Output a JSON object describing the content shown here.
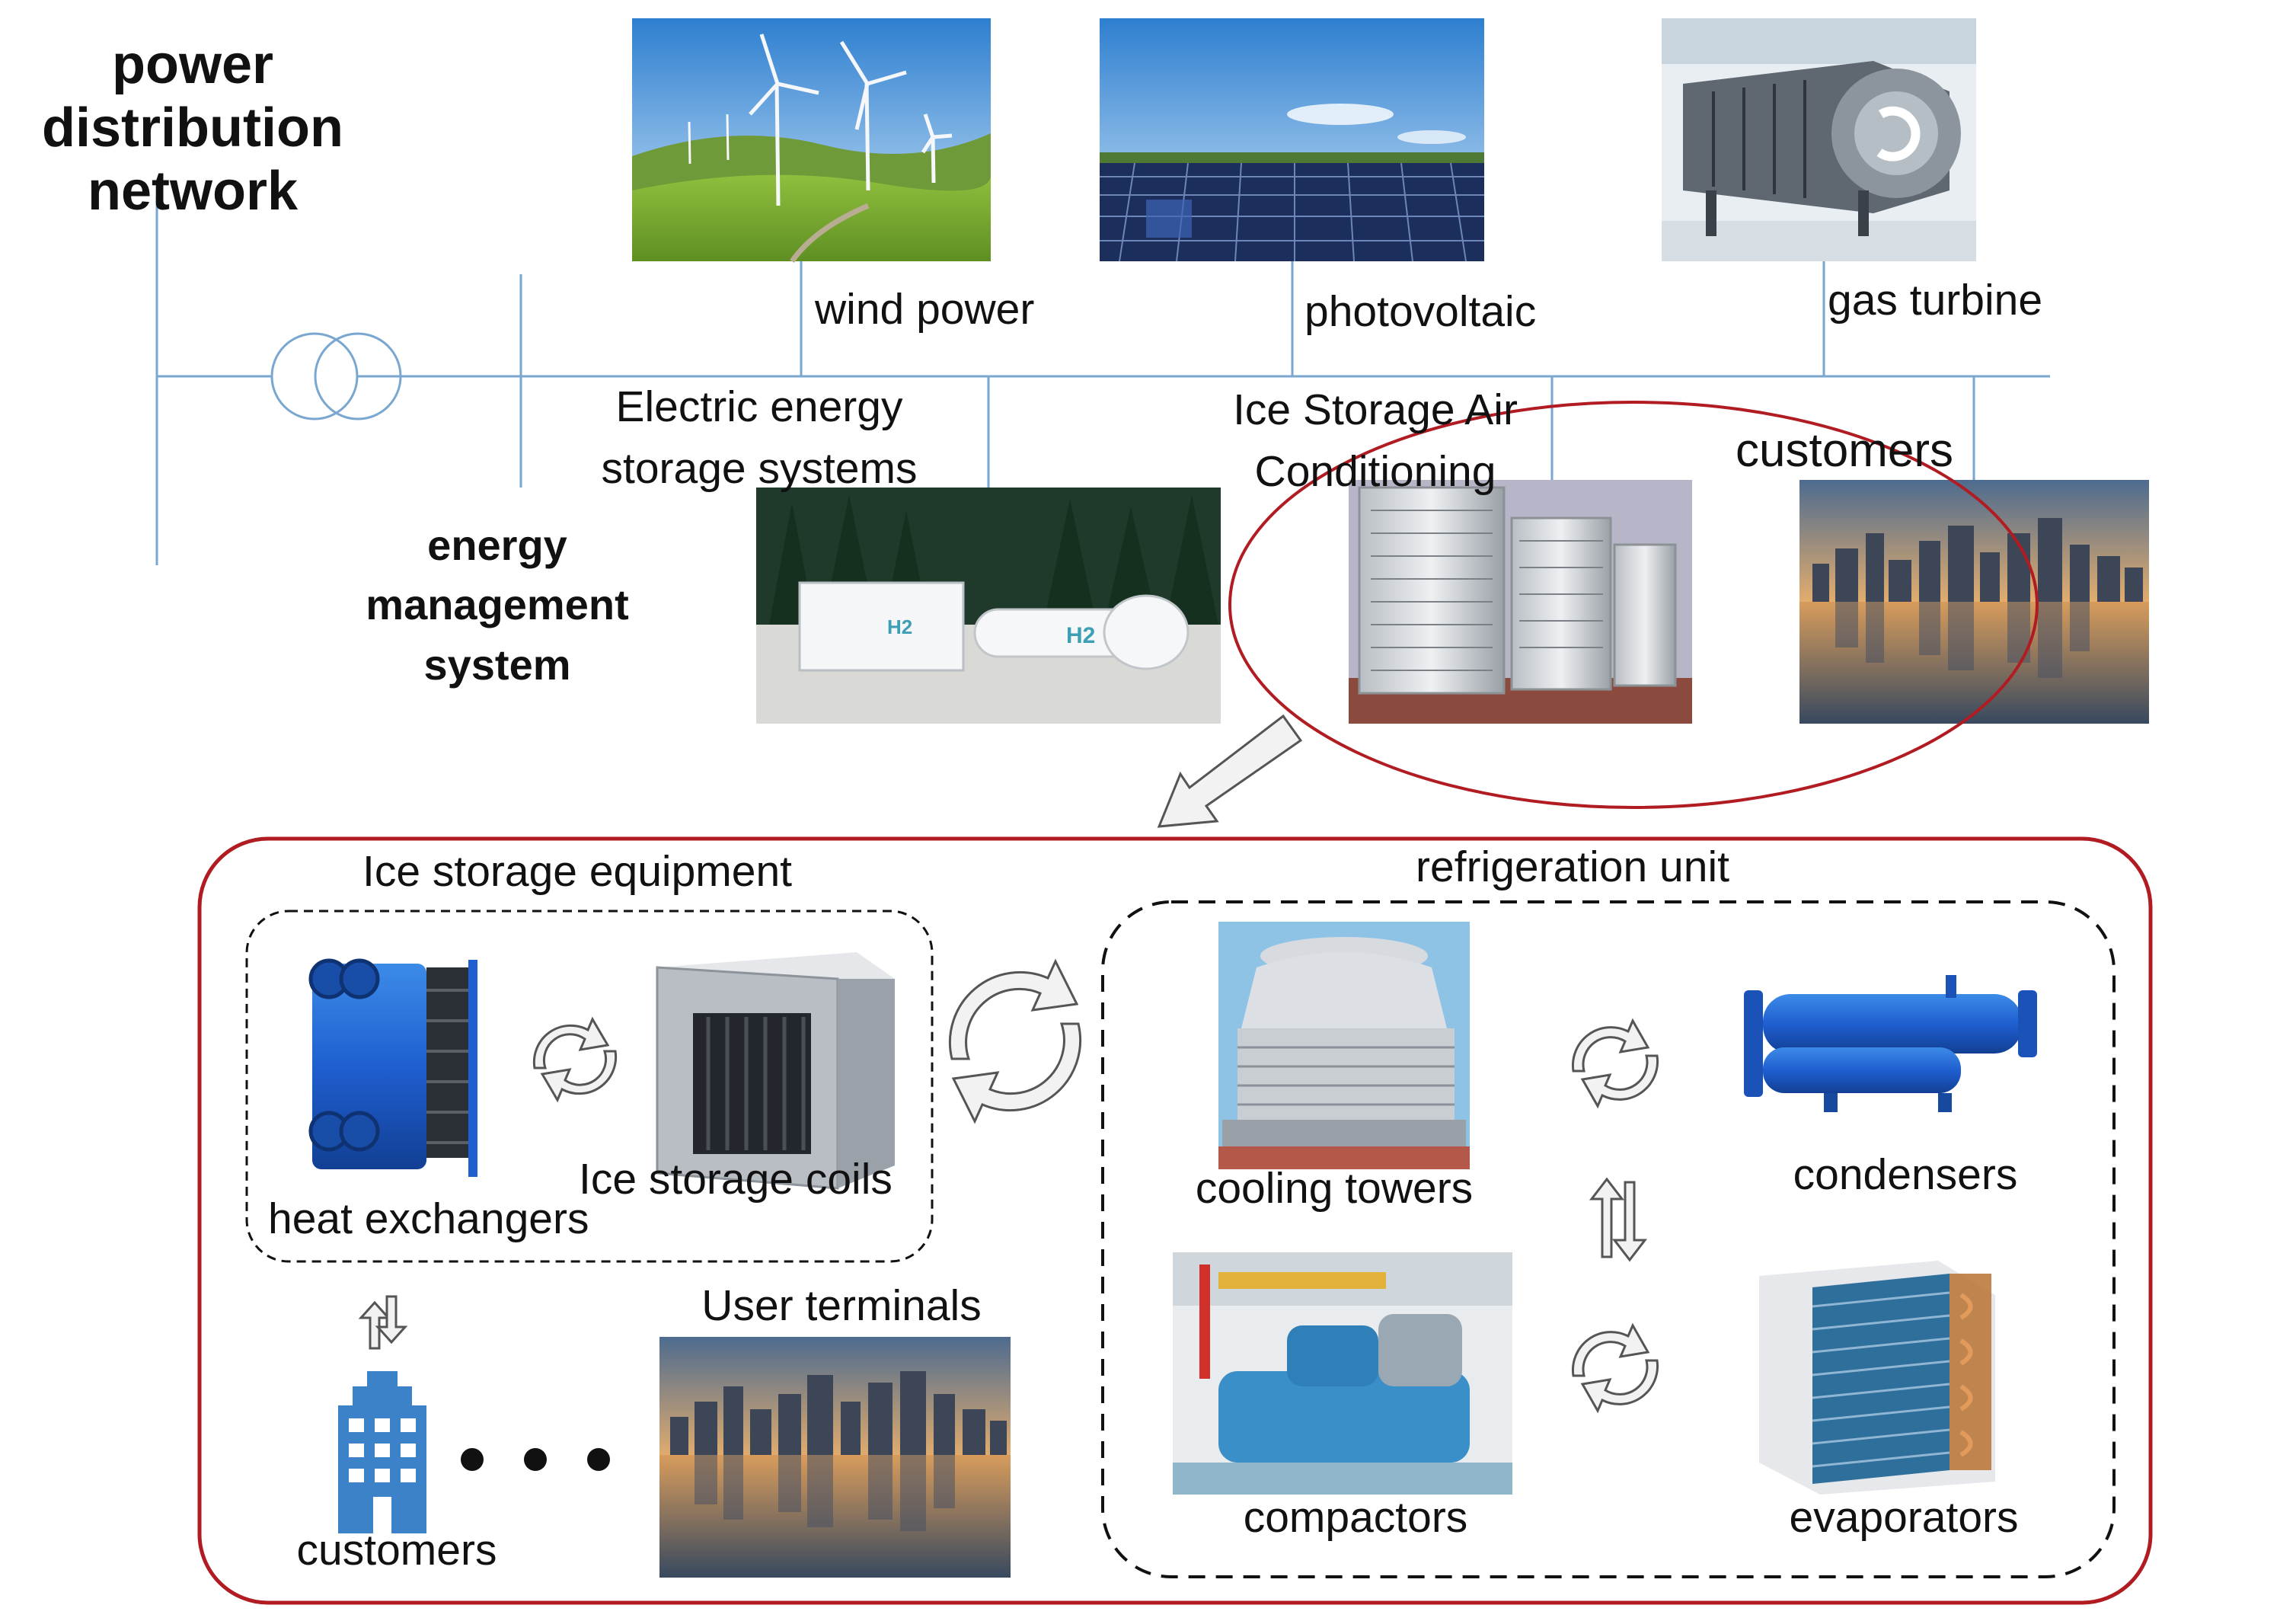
{
  "title": {
    "line1": "power",
    "line2": "distribution",
    "line3": "network"
  },
  "ems": {
    "line1": "energy",
    "line2": "management",
    "line3": "system"
  },
  "sources": {
    "wind": "wind power",
    "pv": "photovoltaic",
    "gas": "gas turbine"
  },
  "loads": {
    "storage_line1": "Electric energy",
    "storage_line2": "storage systems",
    "ice_line1": "Ice Storage Air",
    "ice_line2": "Conditioning",
    "customers": "customers"
  },
  "detail": {
    "ice_group_title": "Ice storage equipment",
    "refrig_group_title": "refrigeration unit",
    "heat_exchangers": "heat exchangers",
    "ice_coils": "Ice storage coils",
    "user_terminals": "User terminals",
    "customers": "customers",
    "cooling_towers": "cooling towers",
    "condensers": "condensers",
    "compactors": "compactors",
    "evaporators": "evaporators"
  },
  "colors": {
    "bus_line": "#7aa7cf",
    "highlight_red": "#b01c22",
    "dash_black": "#111111",
    "equipment_blue": "#1f5fd0",
    "arrow_fill": "#f2f2f2",
    "arrow_stroke": "#555555"
  }
}
